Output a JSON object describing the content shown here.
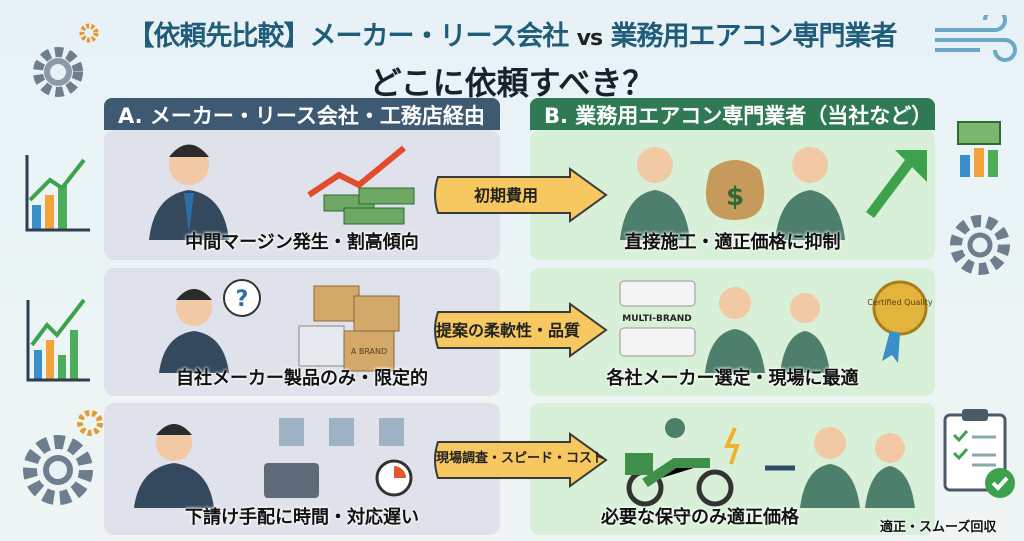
{
  "title": {
    "prefix": "【依頼先比較】メーカー・リース会社",
    "vs": "vs",
    "suffix": "業務用エアコン専門業者"
  },
  "subtitle": "どこに依頼すべき？",
  "columns": {
    "a": "A. メーカー・リース会社・工務店経由",
    "b": "B. 業務用エアコン専門業者（当社など）"
  },
  "rows": [
    {
      "criterion": "初期費用",
      "a": "中間マージン発生・割高傾向",
      "b": "直接施工・適正価格に抑制"
    },
    {
      "criterion": "提案の柔軟性・品質",
      "a": "自社メーカー製品のみ・限定的",
      "b": "各社メーカー選定・現場に最適"
    },
    {
      "criterion": "現場調査・スピード・コスト",
      "a": "下請け手配に時間・対応遅い",
      "b": "必要な保守のみ適正価格"
    }
  ],
  "illustration_text": {
    "box_label": "A BRAND",
    "multi_brand": "MULTI-BRAND",
    "badge": "Certified Quality",
    "money": "$"
  },
  "side_note": "適正・スムーズ回収",
  "colors": {
    "title": "#1f5d7a",
    "a_header": "#3e5a73",
    "b_header": "#2f7a55",
    "arrow": "#f6c85f"
  }
}
